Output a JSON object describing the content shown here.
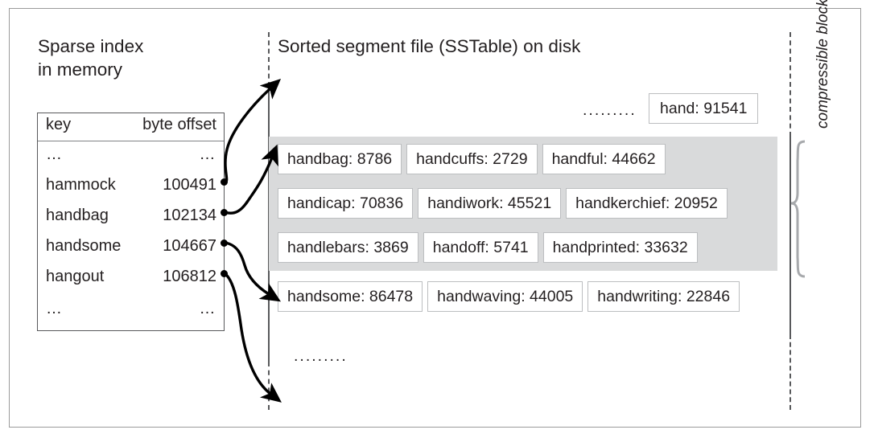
{
  "diagram": {
    "left": {
      "title": "Sparse index\nin memory",
      "table": {
        "columns": [
          "key",
          "byte offset"
        ],
        "rows": [
          {
            "key": "…",
            "offset": "…"
          },
          {
            "key": "hammock",
            "offset": "100491"
          },
          {
            "key": "handbag",
            "offset": "102134"
          },
          {
            "key": "handsome",
            "offset": "104667"
          },
          {
            "key": "hangout",
            "offset": "106812"
          },
          {
            "key": "…",
            "offset": "…"
          }
        ]
      }
    },
    "right": {
      "title": "Sorted segment file (SSTable) on disk",
      "leading_dots": ".........",
      "trailing_dots": ".........",
      "first_entry": "hand: 91541",
      "block_label": "compressible block",
      "rows": [
        {
          "in_block": true,
          "cells": [
            "handbag: 8786",
            "handcuffs: 2729",
            "handful: 44662"
          ]
        },
        {
          "in_block": true,
          "cells": [
            "handicap: 70836",
            "handiwork: 45521",
            "handkerchief: 20952"
          ]
        },
        {
          "in_block": true,
          "cells": [
            "handlebars: 3869",
            "handoff: 5741",
            "handprinted: 33632"
          ]
        },
        {
          "in_block": false,
          "cells": [
            "handsome: 86478",
            "handwaving: 44005",
            "handwriting: 22846"
          ]
        }
      ]
    },
    "colors": {
      "block_fill": "#d9dadb",
      "cell_border": "#bcbec0",
      "frame": "#9a9a9a",
      "text": "#231f20",
      "guide_line": "#58595b"
    }
  }
}
